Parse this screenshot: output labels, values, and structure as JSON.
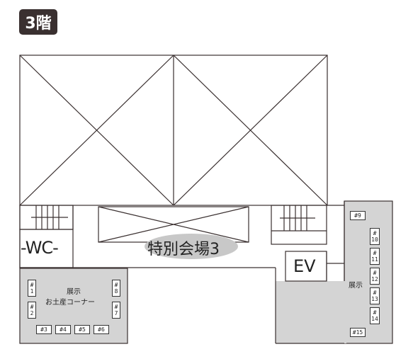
{
  "floor_label": "3階",
  "rooms": {
    "wc": "-WC-",
    "special_hall": "特別会場3",
    "elevator": "EV"
  },
  "left_exhibit": {
    "line1": "展示",
    "line2": "お土産コーナー",
    "booths": {
      "b1": [
        "#",
        "1"
      ],
      "b2": [
        "#",
        "2"
      ],
      "b3": "#3",
      "b4": "#4",
      "b5": "#5",
      "b6": "#6",
      "b7": [
        "#",
        "7"
      ],
      "b8": [
        "#",
        "8"
      ]
    }
  },
  "right_exhibit": {
    "label": "展示",
    "booths": {
      "b9": "#9",
      "b10": [
        "#",
        "10"
      ],
      "b11": [
        "#",
        "11"
      ],
      "b12": [
        "#",
        "12"
      ],
      "b13": [
        "#",
        "13"
      ],
      "b14": [
        "#",
        "14"
      ],
      "b15": "#15"
    }
  },
  "colors": {
    "exhibit_area": "#d4d4d4",
    "hall_label_bg": "#c8c8c8",
    "wall": "#3a3030",
    "badge": "#3a3030"
  }
}
